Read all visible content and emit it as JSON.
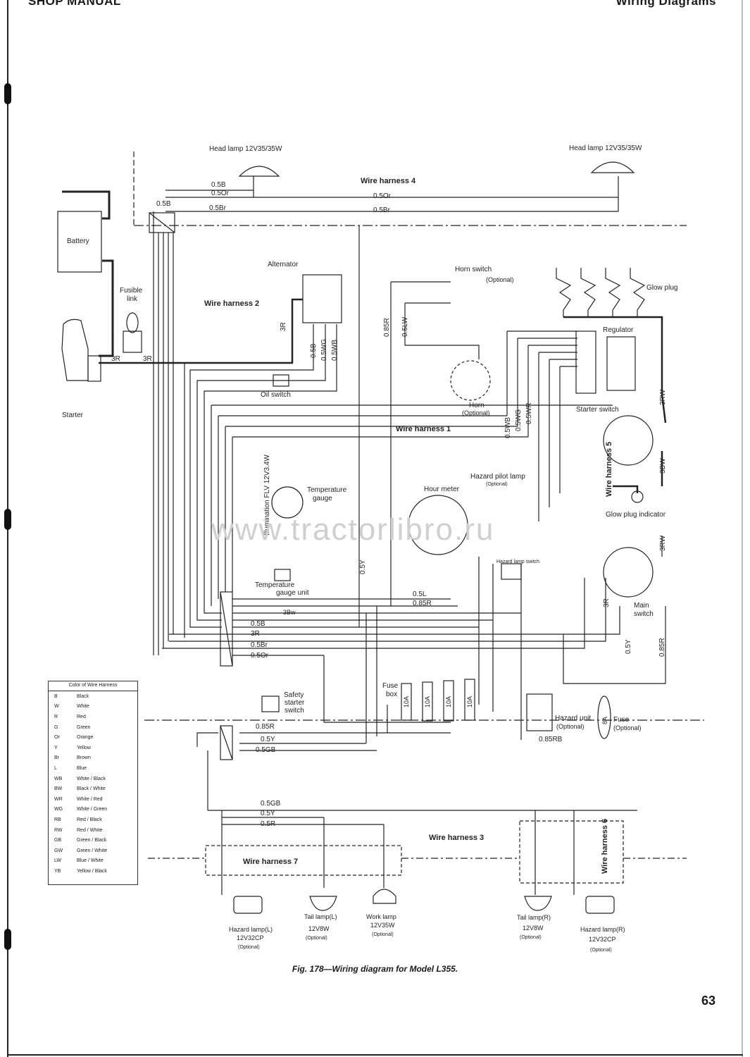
{
  "header": {
    "left": "SHOP MANUAL",
    "right": "Wiring Diagrams"
  },
  "page_number": "63",
  "caption": "Fig. 178—Wiring diagram for Model L355.",
  "watermark": "www.tractorlibro.ru",
  "components": {
    "head_lamp_left": "Head lamp 12V35/35W",
    "head_lamp_right": "Head lamp 12V35/35W",
    "battery": "Battery",
    "fusible_link_1": "Fusible",
    "fusible_link_2": "link",
    "starter": "Starter",
    "alternator": "Alternator",
    "oil_switch": "Oil switch",
    "horn_switch": "Horn switch",
    "horn_switch_optional": "(Optional)",
    "horn": "Horn",
    "horn_optional": "(Optional)",
    "glow_plug": "Glow plug",
    "regulator": "Regulator",
    "starter_switch": "Starter switch",
    "hazard_pilot_lamp": "Hazard pilot lamp",
    "hazard_pilot_optional": "(Optional)",
    "hour_meter": "Hour meter",
    "temperature_gauge_1": "Temperature",
    "temperature_gauge_2": "gauge",
    "illumination": "Illumination FLV 12V3.4W",
    "temp_gauge_unit_1": "Temperature",
    "temp_gauge_unit_2": "gauge unit",
    "glow_plug_indicator": "Glow plug indicator",
    "main_switch_1": "Main",
    "main_switch_2": "switch",
    "safety_starter_1": "Safety",
    "safety_starter_2": "starter",
    "safety_starter_3": "switch",
    "fuse_box_1": "Fuse",
    "fuse_box_2": "box",
    "hazard_unit": "Hazard unit",
    "hazard_unit_optional": "(Optional)",
    "fuse_optional_1": "Fuse",
    "fuse_optional_2": "(Optional)",
    "fuse_rating": "8A",
    "hazard_lamp_switch": "Hazard lamp switch",
    "hazard_lamp_l": "Hazard lamp(L)",
    "hazard_lamp_l_rating": "12V32CP",
    "hazard_lamp_l_optional": "(Optional)",
    "tail_lamp_l": "Tail lamp(L)",
    "tail_lamp_l_rating": "12V8W",
    "tail_lamp_l_optional": "(Optional)",
    "work_lamp": "Work lamp",
    "work_lamp_rating": "12V35W",
    "work_lamp_optional": "(Optional)",
    "tail_lamp_r": "Tail lamp(R)",
    "tail_lamp_r_rating": "12V8W",
    "tail_lamp_r_optional": "(Optional)",
    "hazard_lamp_r": "Hazard lamp(R)",
    "hazard_lamp_r_rating": "12V32CP",
    "hazard_lamp_r_optional": "(Optional)"
  },
  "harnesses": {
    "h1": "Wire harness 1",
    "h2": "Wire harness 2",
    "h3": "Wire harness 3",
    "h4": "Wire harness 4",
    "h5": "Wire harness 5",
    "h6": "Wire harness 6",
    "h7": "Wire harness 7"
  },
  "fuse_values": [
    "10A",
    "10A",
    "10A",
    "10A"
  ],
  "wire_labels": {
    "w05B_a": "0.5B",
    "w05Or_a": "0.5Or",
    "w05Br_a": "0.5Br",
    "w05B_b": "0.5B",
    "w05Or_b": "0.5Or",
    "w05Br_b": "0.5Br",
    "w3R_a": "3R",
    "w3R_b": "3R",
    "w3R_c": "3R",
    "w05B_alt": "0.5B",
    "w05WG_alt": "0.5WG",
    "w05WB_alt": "0.5WB",
    "w085R_h": "0.85R",
    "w05LW": "0.5LW",
    "w05WB_1": "0.5WB",
    "w05WG_1": "0.5WG",
    "w05WR_1": "0.5WR",
    "w3RW_a": "3RW",
    "w3BW": "3BW",
    "w3RW_b": "3RW",
    "w05B_h1": "0.5B",
    "w3R_h1": "3R",
    "w05Br_h1": "0.5Br",
    "w05Or_h1": "0.5Or",
    "w3Bw_h1": "3Bw",
    "w05L": "0.5L",
    "w085R_m": "0.85R",
    "w05Y_m": "0.5Y",
    "w05Y_r": "0.5Y",
    "w085R_r": "0.85R",
    "w3R_r": "3R",
    "w085R_b": "0.85R",
    "w05Y_b": "0.5Y",
    "w05GB_b": "0.5GB",
    "w05GB_c": "0.5GB",
    "w05Y_c": "0.5Y",
    "w05R_c": "0.5R",
    "w085RB": "0.85RB"
  },
  "legend": {
    "title": "Color of Wire Harness",
    "rows": [
      {
        "code": "B",
        "name": "Black"
      },
      {
        "code": "W",
        "name": "White"
      },
      {
        "code": "R",
        "name": "Red"
      },
      {
        "code": "G",
        "name": "Green"
      },
      {
        "code": "Or",
        "name": "Orange"
      },
      {
        "code": "Y",
        "name": "Yellow"
      },
      {
        "code": "Br",
        "name": "Brown"
      },
      {
        "code": "L",
        "name": "Blue"
      },
      {
        "code": "WB",
        "name": "White / Black"
      },
      {
        "code": "BW",
        "name": "Black / White"
      },
      {
        "code": "WR",
        "name": "White / Red"
      },
      {
        "code": "WG",
        "name": "White / Green"
      },
      {
        "code": "RB",
        "name": "Red / Black"
      },
      {
        "code": "RW",
        "name": "Red / White"
      },
      {
        "code": "GB",
        "name": "Green / Black"
      },
      {
        "code": "GW",
        "name": "Green / White"
      },
      {
        "code": "LW",
        "name": "Blue / White"
      },
      {
        "code": "YB",
        "name": "Yellow / Black"
      }
    ]
  }
}
